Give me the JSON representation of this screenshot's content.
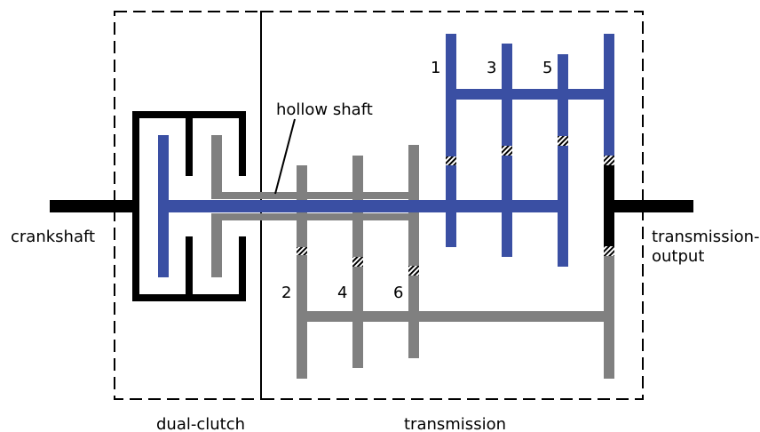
{
  "labels": {
    "crankshaft": "crankshaft",
    "hollow_shaft": "hollow shaft",
    "output_line1": "transmission-",
    "output_line2": "output",
    "dual_clutch": "dual-clutch",
    "transmission": "transmission",
    "gear1": "1",
    "gear2": "2",
    "gear3": "3",
    "gear4": "4",
    "gear5": "5",
    "gear6": "6"
  },
  "colors": {
    "odd_shaft": "#3a4fa3",
    "even_shaft": "#808080",
    "housing": "#000000"
  }
}
